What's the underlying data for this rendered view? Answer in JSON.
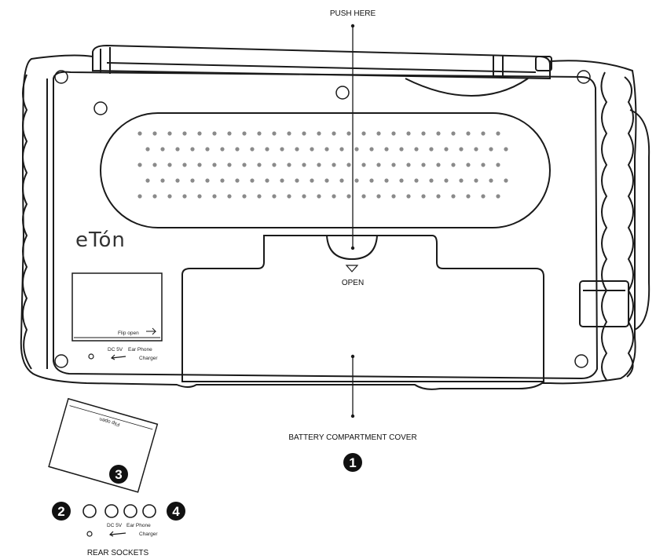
{
  "labels": {
    "push_here": "PUSH HERE",
    "open": "OPEN",
    "battery_cover": "BATTERY COMPARTMENT COVER",
    "brand": "eTón",
    "flip_open": "Flip open",
    "dc_5v": "DC 5V",
    "ear_phone": "Ear Phone",
    "charger": "Charger",
    "rear_sockets": "REAR SOCKETS"
  },
  "callouts": {
    "one": "1",
    "two": "2",
    "three": "3",
    "four": "4"
  },
  "colors": {
    "line": "#1a1a1a",
    "badge": "#111111",
    "background": "#ffffff"
  }
}
